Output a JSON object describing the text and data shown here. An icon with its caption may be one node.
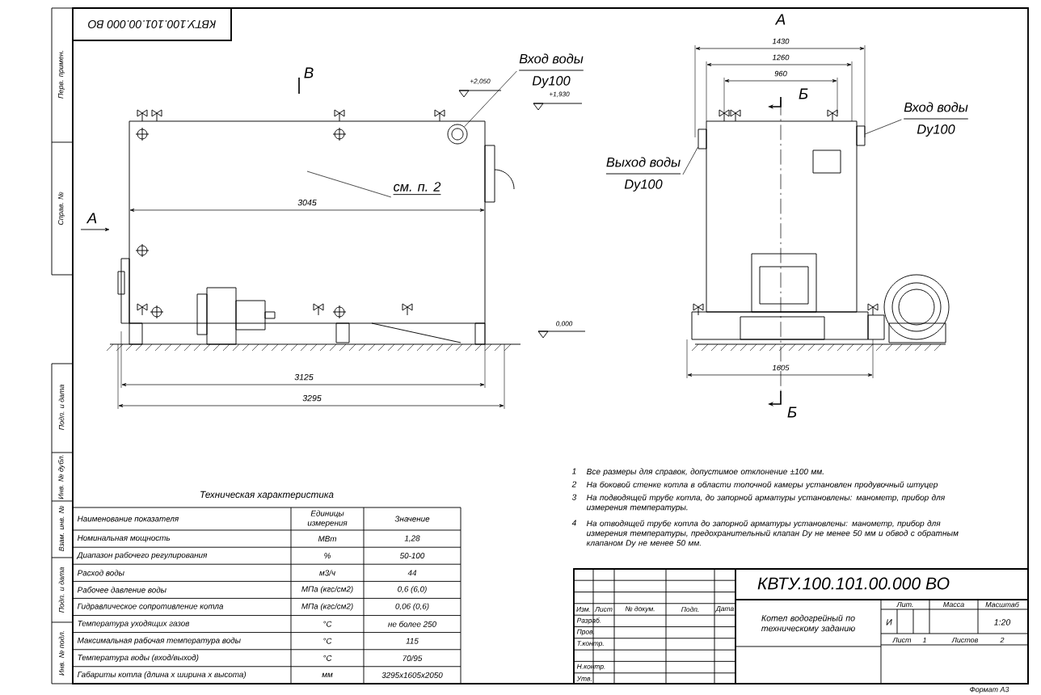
{
  "diagram": {
    "nodes": [
      {
        "text": [
          "Вход воды",
          "Dy100"
        ]
      },
      {
        "text": [
          "см. п. 2"
        ]
      },
      {
        "text": [
          "Выход воды",
          "Dy100"
        ]
      },
      {
        "text": [
          "Вход воды",
          "Dy100"
        ]
      },
      {
        "text": [],
        "shape": "circle"
      },
      {
        "text": [],
        "shape": "box"
      },
      {
        "text": [],
        "shape": "box"
      }
    ],
    "edges": [
      {
        "from": 0,
        "to": 4,
        "arrow": "none"
      },
      {
        "from": 1,
        "to": null,
        "arrow": "none"
      },
      {
        "from": 2,
        "to": 5,
        "arrow": "none"
      },
      {
        "from": 3,
        "to": 6,
        "arrow": "none"
      }
    ],
    "labels": [
      "КВТУ.100.101.00.000 ВО",
      "В",
      "+2,050",
      "+1,930",
      "3045",
      "А",
      "0,000",
      "3125",
      "3295",
      "А",
      "1430",
      "1260",
      "960",
      "Б",
      "1605",
      "Б",
      "Перв. примен.",
      "Справ. №",
      "Подп. и дата",
      "Инв. № дубл.",
      "Взам. инв. №",
      "Подп. и дата",
      "Инв. № подл.",
      "Техническая характеристика",
      "Наименование показателя",
      "Единицы измерения",
      "Значение",
      "Номинальная мощность",
      "МВт",
      "1,28",
      "Диапазон рабочего регулирования",
      "%",
      "50-100",
      "Расход воды",
      "м3/ч",
      "44",
      "Рабочее давление воды",
      "МПа (кгс/см2)",
      "0,6 (6,0)",
      "Гидравлическое сопротивление котла",
      "МПа (кгс/см2)",
      "0,06 (0,6)",
      "Температура уходящих газов",
      "°С",
      "не более 250",
      "Максимальная рабочая температура воды",
      "°С",
      "115",
      "Температура воды (вход/выход)",
      "°С",
      "70/95",
      "Габариты котла (длина х ширина х высота)",
      "мм",
      "3295х1605х2050",
      "1",
      "Все размеры для справок, допустимое отклонение ±100 мм.",
      "2",
      "На боковой стенке котла в области топочной камеры установлен продувочный штуцер",
      "3",
      "На подводящей трубе котла, до запорной арматуры установлены: манометр, прибор для измерения температуры.",
      "4",
      "На отводящей трубе котла до запорной арматуры установлены: манометр, прибор для измерения температуры, предохранительный клапан Dу не менее 50 мм и обвод с обратным клапаном Dу не менее 50 мм.",
      "КВТУ.100.101.00.000 ВО",
      "Изм.",
      "Лист",
      "№ докум.",
      "Подп.",
      "Дата",
      "Разраб.",
      "Пров.",
      "Т.контр.",
      "Н.контр.",
      "Утв.",
      "Котел водогрейный по техническому заданию",
      "Лит.",
      "Масса",
      "Масштаб",
      "И",
      "1:20",
      "Лист",
      "1",
      "Листов",
      "2",
      "Формат А3"
    ]
  }
}
